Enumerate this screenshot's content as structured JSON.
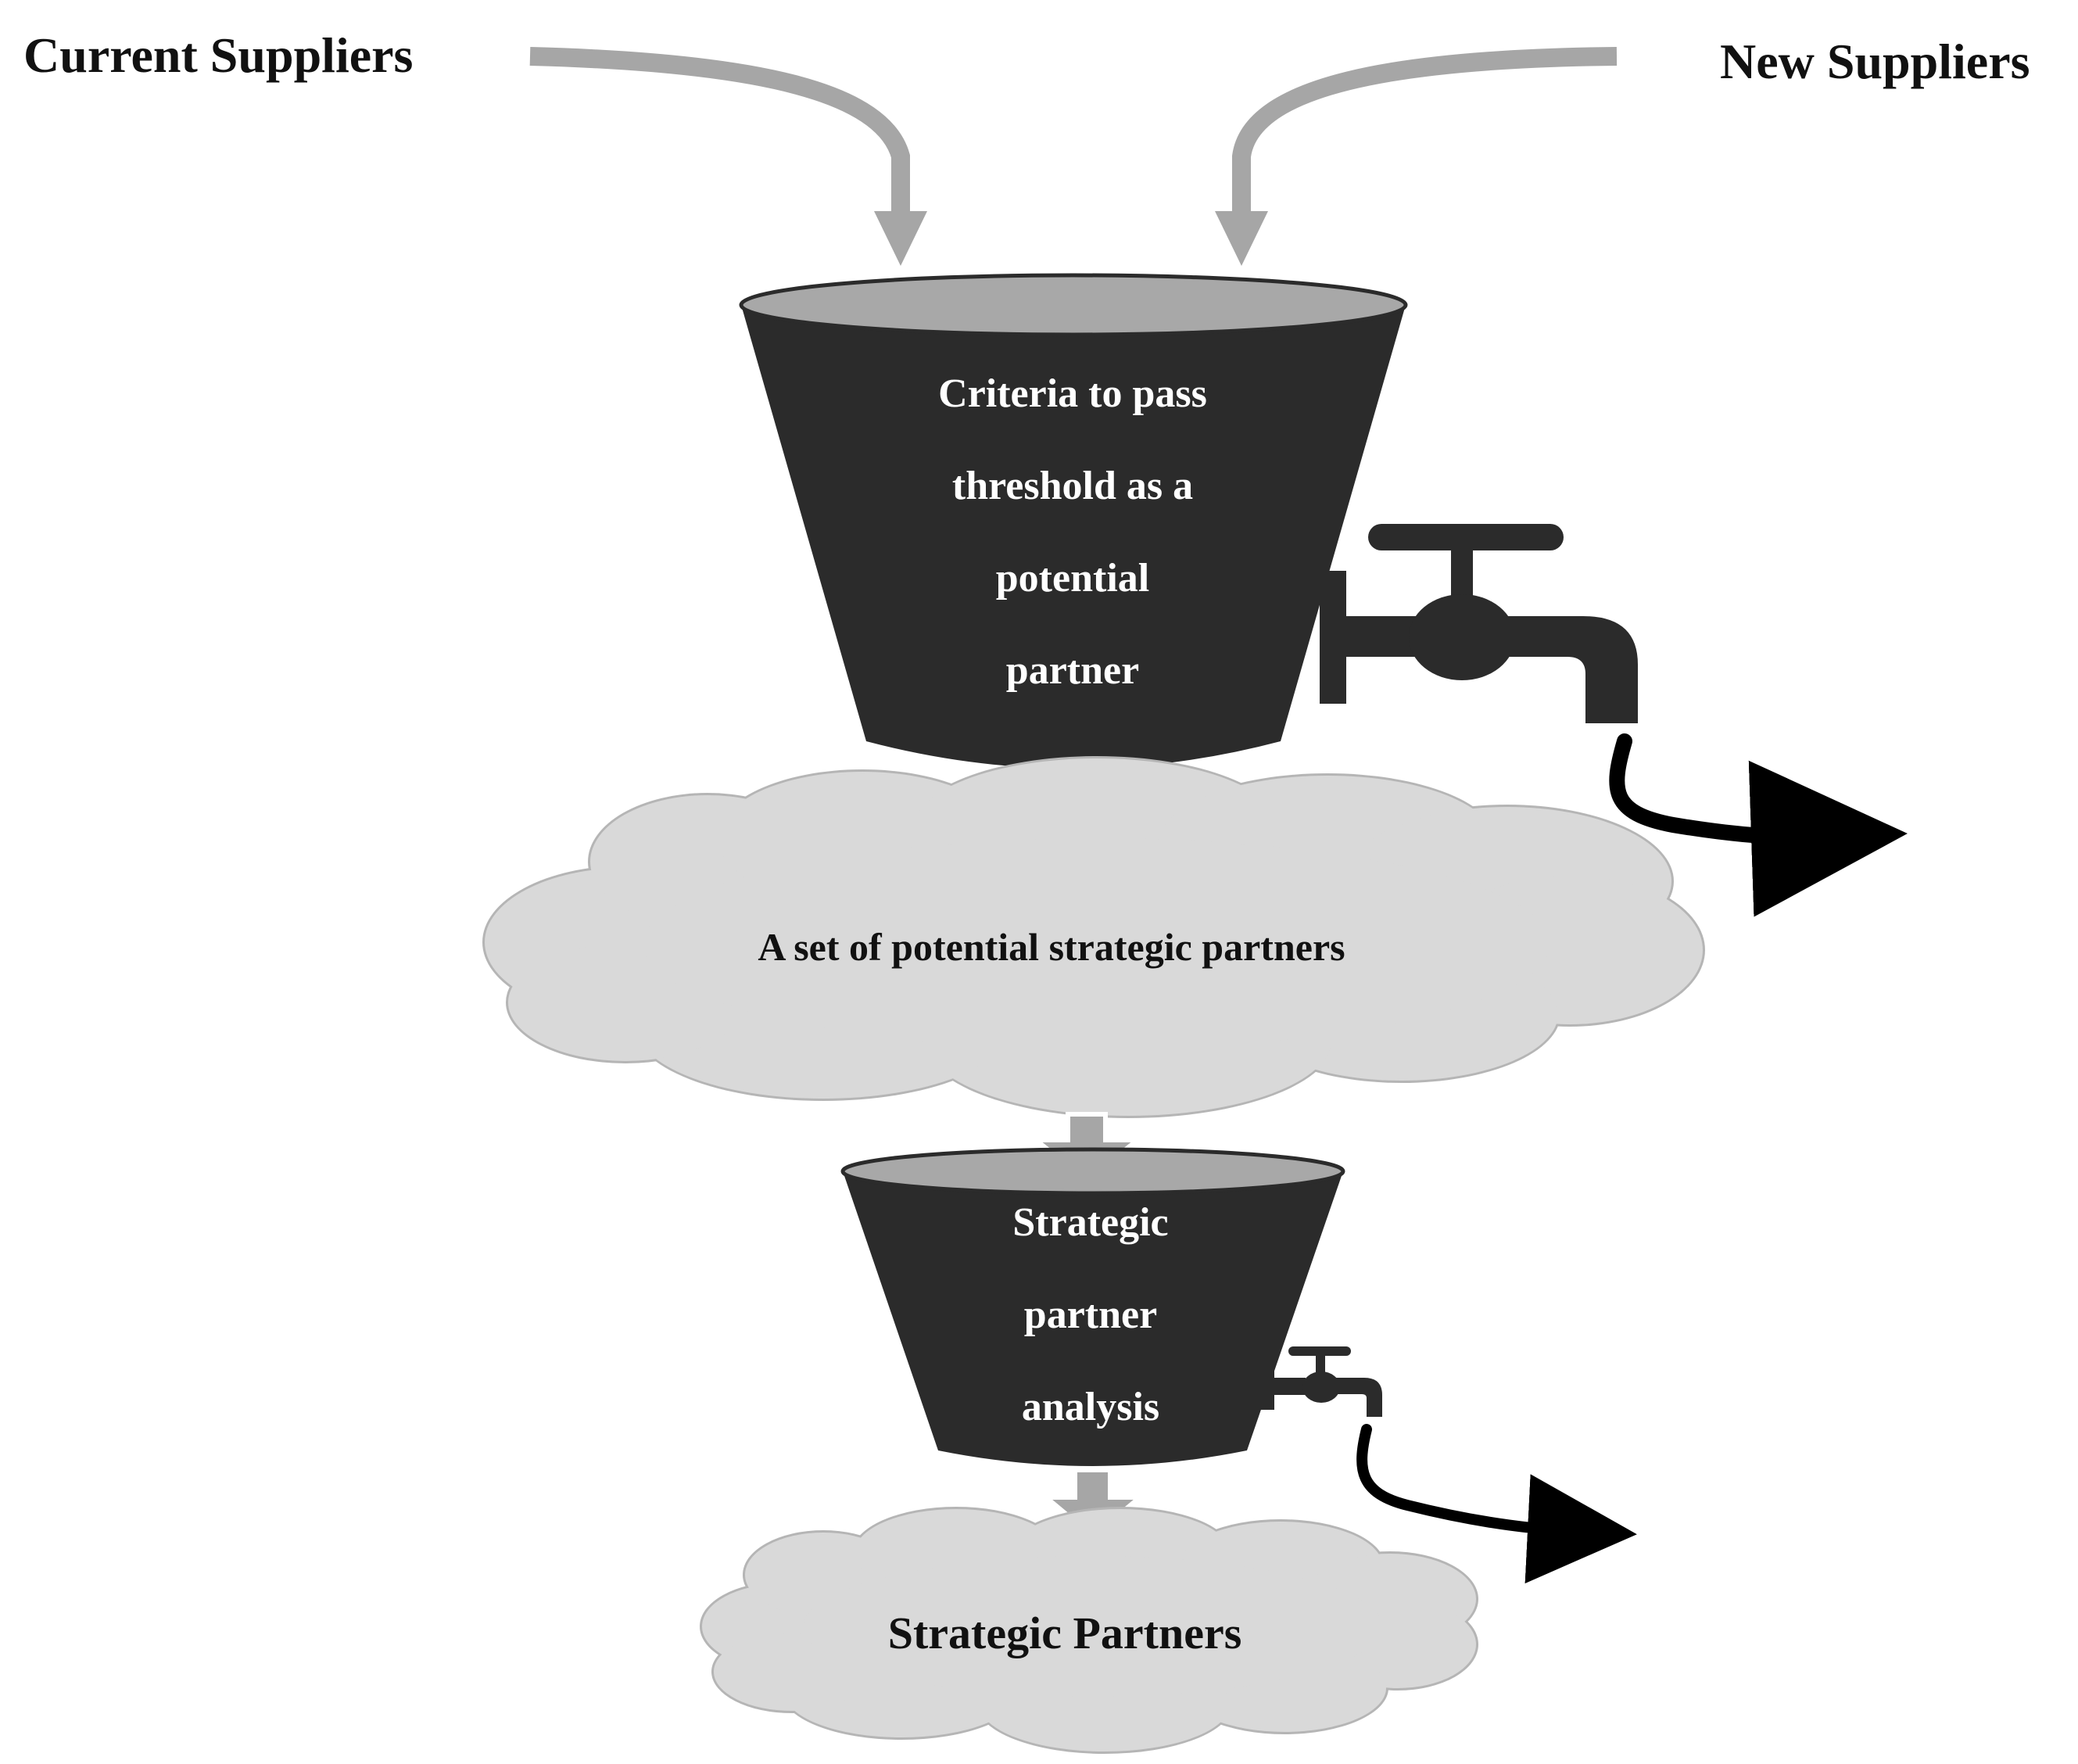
{
  "sources": {
    "left_label": "Current Suppliers",
    "right_label": "New Suppliers"
  },
  "stage1": {
    "funnel_lines": [
      "Criteria to pass",
      "threshold as a",
      "potential",
      "partner"
    ],
    "cloud_label": "A set of potential strategic partners"
  },
  "stage2": {
    "funnel_lines": [
      "Strategic",
      "partner",
      "analysis"
    ],
    "cloud_label": "Strategic Partners"
  },
  "colors": {
    "funnel_body": "#2b2b2b",
    "funnel_rim": "#a8a8a8",
    "cloud_fill": "#d9d9d9",
    "cloud_stroke": "#b5b5b5",
    "arrow_gray": "#a6a6a6",
    "reject_arrow": "#000000"
  },
  "icons": [
    "curved-arrow-icon",
    "faucet-icon",
    "block-arrow-icon"
  ]
}
